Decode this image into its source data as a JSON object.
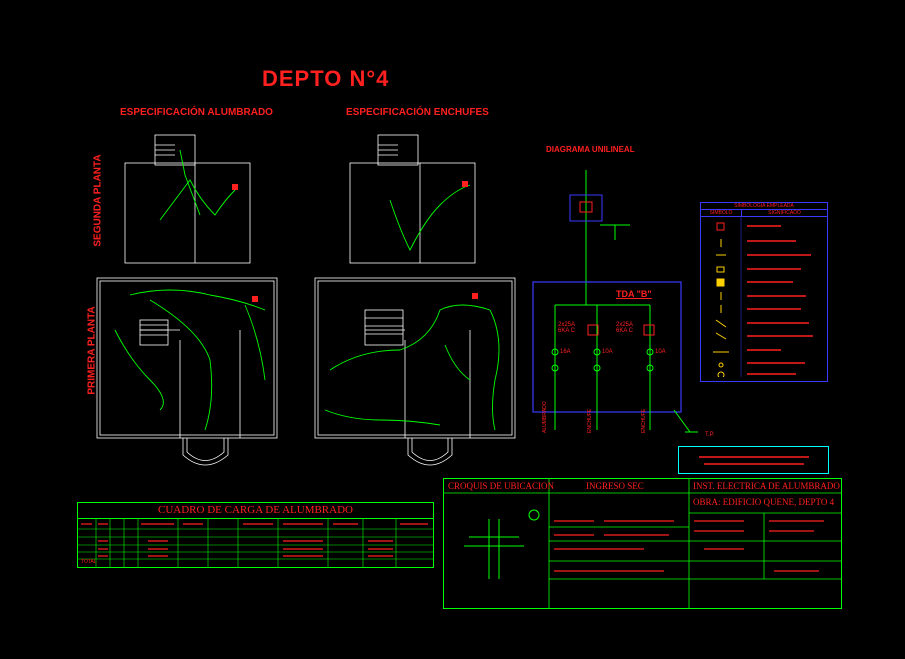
{
  "header": {
    "title": "DEPTO N°4",
    "spec_lighting": "ESPECIFICACIÓN ALUMBRADO",
    "spec_outlets": "ESPECIFICACIÓN ENCHUFES",
    "floor_second": "SEGUNDA PLANTA",
    "floor_first": "PRIMERA PLANTA"
  },
  "single_line": {
    "title": "DIAGRAMA UNILINEAL",
    "tda_label": "TDA \"B\"",
    "breaker_left": "2x25A 6KA C",
    "breaker_right": "2x25A 6KA C",
    "circuit_labels": [
      "16A",
      "10A",
      "10A"
    ],
    "circuit_names": [
      "ALUMBRADO",
      "ENCHUFE",
      "ENCHUFE"
    ],
    "tp_label": "T.P.",
    "colors": {
      "frame": "#3a3aff",
      "line": "#00ff00",
      "text": "#ff2020"
    }
  },
  "legend": {
    "title": "SIMBOLOGÍA EMPLEADA",
    "col_symbol": "SIMBOLO",
    "col_meaning": "SIGNIFICADO"
  },
  "note_box": "",
  "load_table": {
    "title": "CUADRO DE CARGA DE ALUMBRADO",
    "total_label": "TOTAL"
  },
  "title_block": {
    "location": "CROQUIS DE UBICACION",
    "sec": "INGRESO SEC",
    "project": "INST. ELECTRICA DE ALUMBRADO",
    "work": "OBRA: EDIFICIO QUENE, DEPTO 4"
  }
}
